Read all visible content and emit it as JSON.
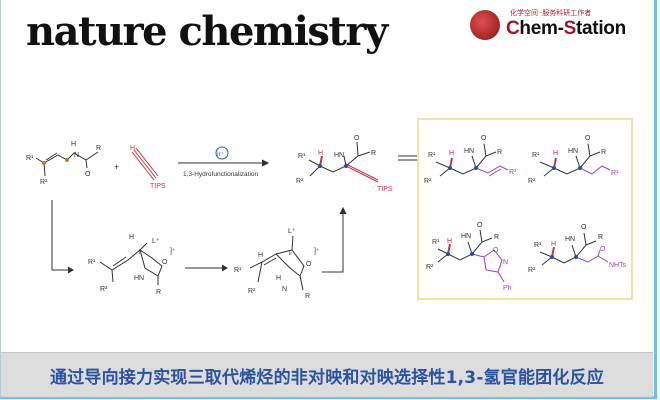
{
  "header": {
    "journal_title": "nature chemistry",
    "logo_subtitle": "化学空间 -服务科研工作者",
    "logo_name_prefix": "C",
    "logo_name_rest": "hem-",
    "logo_name_s": "S",
    "logo_name_end": "tation"
  },
  "scheme": {
    "plus": "+",
    "catalyst": "Ir⁺",
    "reaction_label": "1,3-Hydrofunctionalization",
    "labels": {
      "R1": "R¹",
      "R2": "R²",
      "R3": "R³",
      "R": "R",
      "H": "H",
      "NH": "H",
      "N": "N",
      "HN": "HN",
      "O": "O",
      "TIPS": "TIPS",
      "L": "L⁺",
      "Ir": "Ir",
      "charge": "]⁺",
      "Ph": "Ph",
      "NHTs": "NHTs"
    },
    "colors": {
      "alkene_dot": "#c87a10",
      "stereocenter": "#1f4fb0",
      "alkyne": "#c8324a",
      "new_group": "#a040c0",
      "box_border": "#efe6a6"
    }
  },
  "caption": "通过导向接力实现三取代烯烃的非对映和对映选择性1,3-氢官能团化反应"
}
